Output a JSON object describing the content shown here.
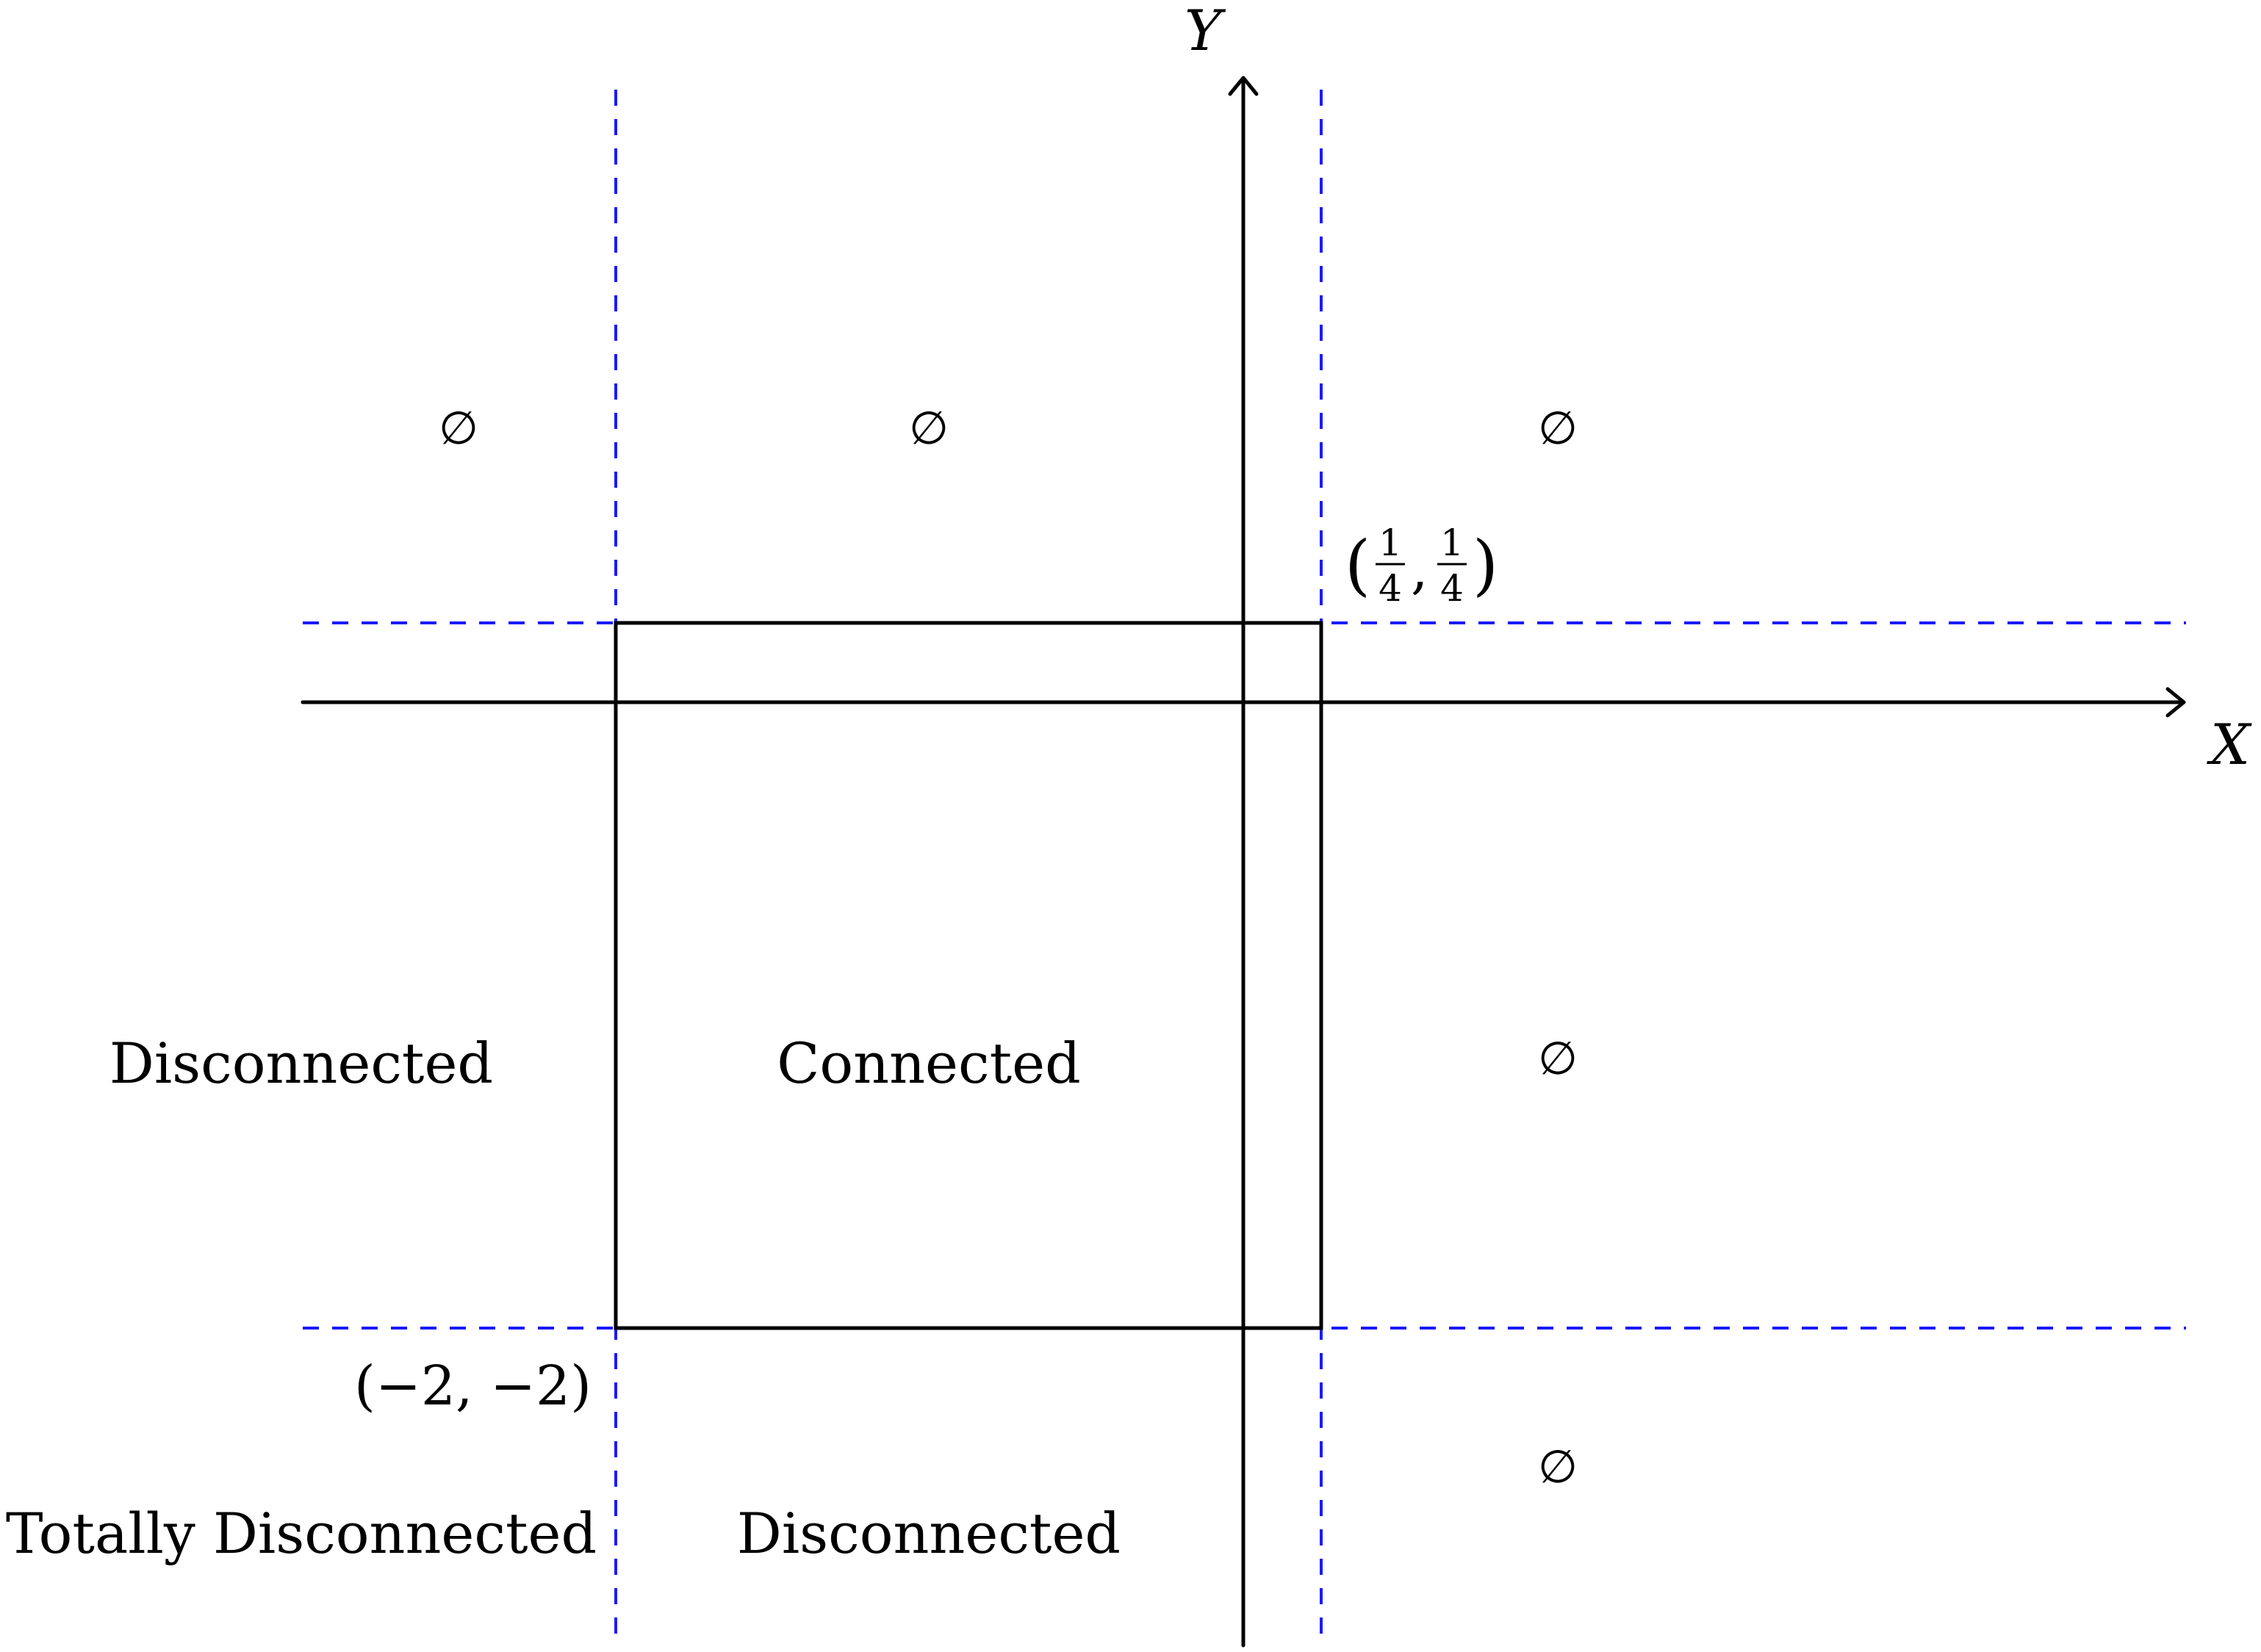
{
  "axes": {
    "x_label": "X",
    "y_label": "Y"
  },
  "points": {
    "top_right": {
      "open": "(",
      "num1": "1",
      "den1": "4",
      "sep": ",",
      "num2": "1",
      "den2": "4",
      "close": ")"
    },
    "bottom_left": "(−2, −2)"
  },
  "regions": {
    "empty_top_left": "∅",
    "empty_top_middle": "∅",
    "empty_top_right": "∅",
    "empty_middle_right": "∅",
    "empty_bottom_right": "∅",
    "middle_left": "Disconnected",
    "center": "Connected",
    "bottom_left": "Totally Disconnected",
    "bottom_middle": "Disconnected"
  },
  "colors": {
    "boundary": "#1a1aff",
    "lines": "#000000"
  }
}
